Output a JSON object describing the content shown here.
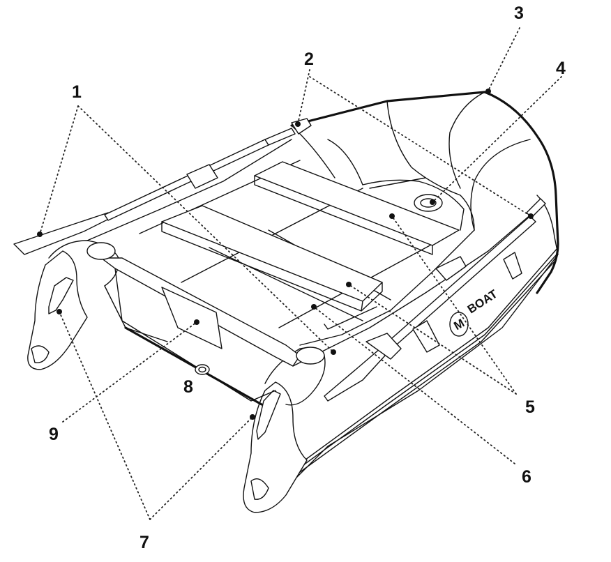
{
  "brand": {
    "logo_letter": "M",
    "name": "BOAT"
  },
  "callouts": [
    {
      "id": "1",
      "label": "1"
    },
    {
      "id": "2",
      "label": "2"
    },
    {
      "id": "3",
      "label": "3"
    },
    {
      "id": "4",
      "label": "4"
    },
    {
      "id": "5",
      "label": "5"
    },
    {
      "id": "6",
      "label": "6"
    },
    {
      "id": "7",
      "label": "7"
    },
    {
      "id": "8",
      "label": "8"
    },
    {
      "id": "9",
      "label": "9"
    }
  ]
}
